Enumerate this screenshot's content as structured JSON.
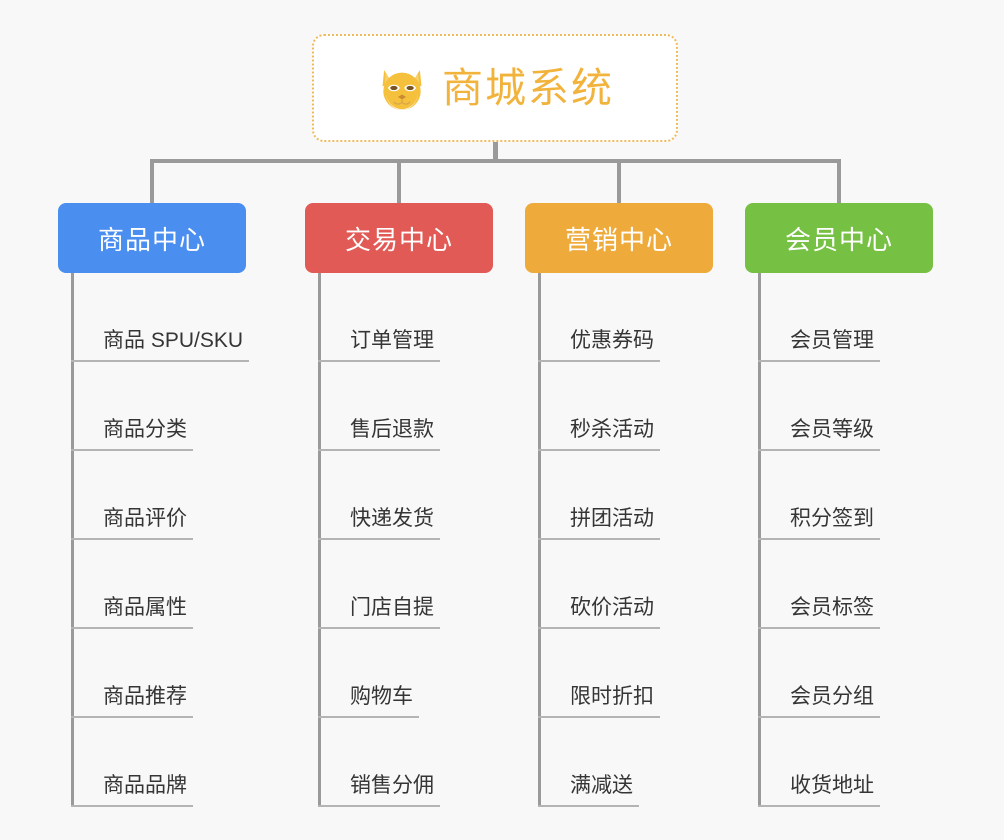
{
  "page": {
    "background_color": "#f8f8f8",
    "type": "org-chart-mindmap"
  },
  "root": {
    "title": "商城系统",
    "icon": "shiba-dog-face-icon",
    "text_color": "#f2b33d",
    "border_color": "#f0b95a",
    "background_color": "#ffffff"
  },
  "connector": {
    "color": "#9a9a9a"
  },
  "columns": [
    {
      "id": "product-center",
      "label": "商品中心",
      "color": "#4a8ef0",
      "items": [
        "商品 SPU/SKU",
        "商品分类",
        "商品评价",
        "商品属性",
        "商品推荐",
        "商品品牌"
      ]
    },
    {
      "id": "trade-center",
      "label": "交易中心",
      "color": "#e25a55",
      "items": [
        "订单管理",
        "售后退款",
        "快递发货",
        "门店自提",
        "购物车",
        "销售分佣"
      ]
    },
    {
      "id": "marketing-center",
      "label": "营销中心",
      "color": "#eeab3c",
      "items": [
        "优惠券码",
        "秒杀活动",
        "拼团活动",
        "砍价活动",
        "限时折扣",
        "满减送"
      ]
    },
    {
      "id": "member-center",
      "label": "会员中心",
      "color": "#76c043",
      "items": [
        "会员管理",
        "会员等级",
        "积分签到",
        "会员标签",
        "会员分组",
        "收货地址"
      ]
    }
  ]
}
